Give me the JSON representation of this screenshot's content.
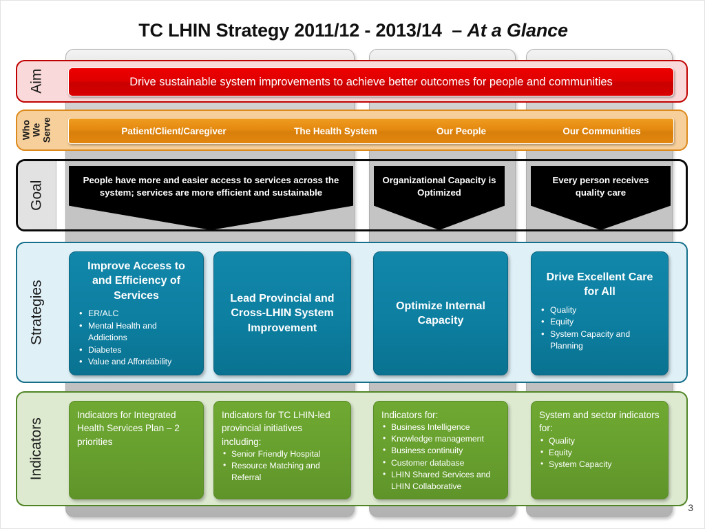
{
  "slide": {
    "title_main": "TC LHIN Strategy 2011/12 - 2013/14",
    "title_sep": "–",
    "title_italic": "At a Glance",
    "number": "3"
  },
  "rows": {
    "aim": {
      "label": "Aim",
      "banner": "Drive sustainable system improvements to achieve better outcomes for people and communities"
    },
    "who_we_serve": {
      "label_line1": "Who",
      "label_line2": "We",
      "label_line3": "Serve",
      "cells": [
        "Patient/Client/Caregiver",
        "The Health System",
        "Our People",
        "Our Communities"
      ]
    },
    "goal": {
      "label": "Goal",
      "arrows": [
        "People have more and easier access to services across the system; services are more efficient and sustainable",
        "Organizational Capacity is Optimized",
        "Every person receives quality care"
      ]
    },
    "strategies": {
      "label": "Strategies",
      "boxes": [
        {
          "title": "Improve Access to and Efficiency of Services",
          "bullets": [
            "ER/ALC",
            "Mental Health and Addictions",
            "Diabetes",
            "Value and Affordability"
          ]
        },
        {
          "title": "Lead Provincial and Cross-LHIN System Improvement",
          "bullets": []
        },
        {
          "title": "Optimize Internal Capacity",
          "bullets": []
        },
        {
          "title": "Drive Excellent Care for All",
          "bullets": [
            "Quality",
            "Equity",
            "System Capacity and Planning"
          ]
        }
      ]
    },
    "indicators": {
      "label": "Indicators",
      "boxes": [
        {
          "heading": "Indicators for Integrated Health Services Plan – 2 priorities",
          "bullets": []
        },
        {
          "heading": "Indicators for TC LHIN-led provincial initiatives including:",
          "bullets": [
            "Senior Friendly Hospital",
            "Resource Matching and Referral"
          ]
        },
        {
          "heading": "Indicators for:",
          "bullets": [
            "Business Intelligence",
            "Knowledge management",
            "Business continuity",
            "Customer database",
            "LHIN Shared Services and LHIN Collaborative"
          ]
        },
        {
          "heading": "System and sector indicators for:",
          "bullets": [
            "Quality",
            "Equity",
            "System Capacity"
          ]
        }
      ]
    }
  },
  "colors": {
    "aim_red": "#e00000",
    "serve_orange": "#e2860f",
    "goal_black": "#000000",
    "strategy_teal": "#0d7fa1",
    "indicator_green": "#679f2e"
  }
}
